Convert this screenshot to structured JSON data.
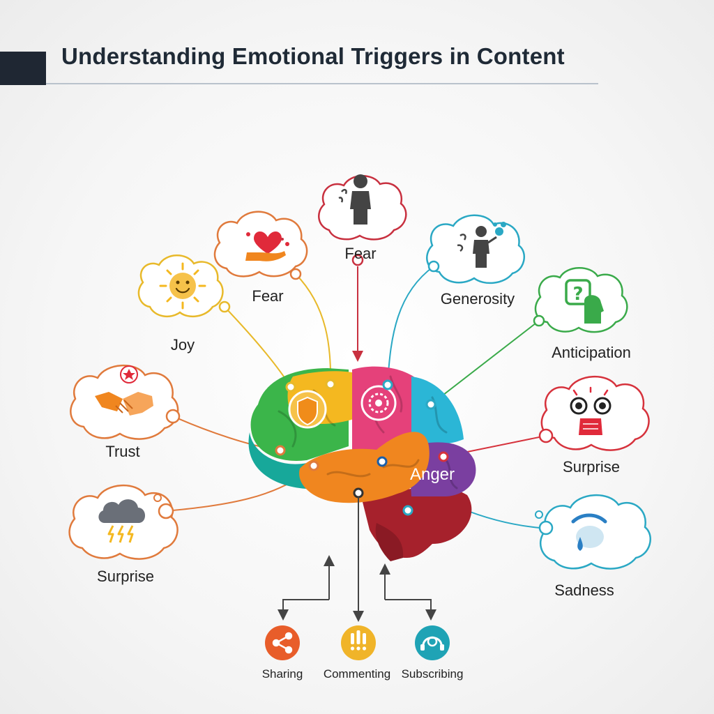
{
  "header": {
    "title": "Understanding Emotional Triggers in Content"
  },
  "emotions": [
    {
      "label": "Joy",
      "icon": "sun-face-icon",
      "color": "#e8b92a"
    },
    {
      "label": "Fear",
      "icon": "heart-hand-icon",
      "color": "#e07a3c"
    },
    {
      "label": "Fear",
      "icon": "person-icon",
      "color": "#c8303f"
    },
    {
      "label": "Generosity",
      "icon": "person-bubbles-icon",
      "color": "#2aa8c4"
    },
    {
      "label": "Anticipation",
      "icon": "question-head-icon",
      "color": "#3aaa4a"
    },
    {
      "label": "Trust",
      "icon": "handshake-icon",
      "color": "#e07a3c"
    },
    {
      "label": "Surprise",
      "icon": "fist-eyes-icon",
      "color": "#d6323c"
    },
    {
      "label": "Surprise",
      "icon": "storm-cloud-icon",
      "color": "#e07a3c"
    },
    {
      "label": "Sadness",
      "icon": "tear-drop-icon",
      "color": "#2aa8c4"
    }
  ],
  "brain": {
    "label": "Anger"
  },
  "actions": [
    {
      "label": "Sharing",
      "icon": "share-icon",
      "color": "#e85d2a"
    },
    {
      "label": "Commenting",
      "icon": "exclamation-icon",
      "color": "#f0b429"
    },
    {
      "label": "Subscribing",
      "icon": "headset-icon",
      "color": "#1fa3b5"
    }
  ]
}
